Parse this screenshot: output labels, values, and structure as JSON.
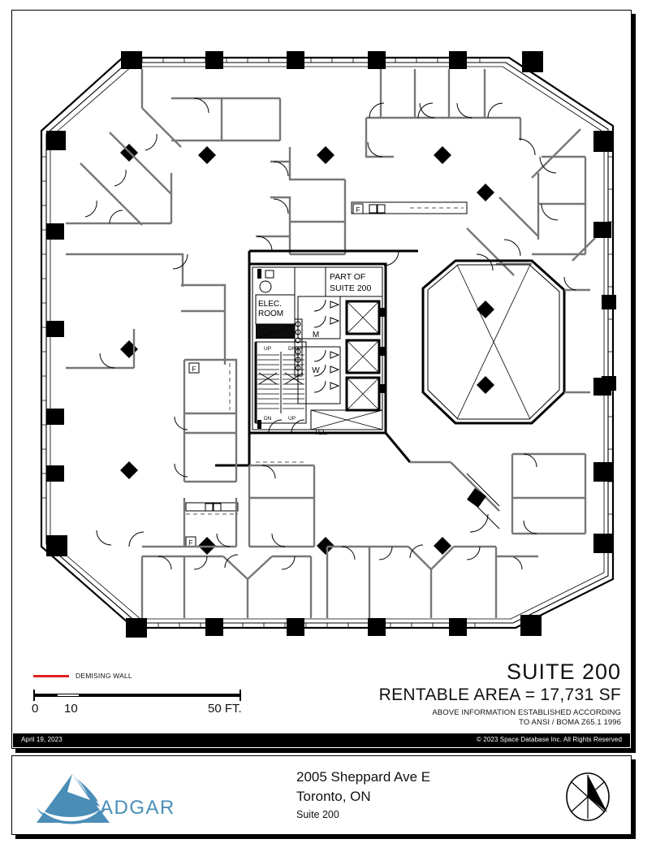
{
  "document": {
    "type": "floor-plan",
    "date": "April 19, 2023",
    "copyright": "© 2023 Space Database Inc. All Rights Reserved"
  },
  "suite": {
    "name": "SUITE  200",
    "rentable_area": "RENTABLE AREA = 17,731 SF",
    "note_line1": "ABOVE INFORMATION ESTABLISHED ACCORDING",
    "note_line2": "TO ANSI / BOMA Z65.1 1996"
  },
  "legend": {
    "demising_label": "DEMISING WALL",
    "demising_color": "#e02020",
    "scale": {
      "zero": "0",
      "ten": "10",
      "fifty": "50 FT."
    }
  },
  "title_block": {
    "brand": "ADGAR",
    "brand_color": "#4a8db7",
    "address_line1": "2005 Sheppard Ave E",
    "address_line2": "Toronto, ON",
    "address_line3": "Suite 200",
    "north_arrow": "north-arrow-icon"
  },
  "plan_labels": {
    "part_of_suite_1": "PART OF",
    "part_of_suite_2": "SUITE 200",
    "elec_1": "ELEC.",
    "elec_2": "ROOM",
    "mens": "M",
    "womens": "W",
    "tel": "TEL.",
    "stair_up_left": "UP",
    "stair_dn_right": "DN",
    "stair_dn_left": "DN",
    "stair_up_right": "UP",
    "fridge": "F"
  }
}
